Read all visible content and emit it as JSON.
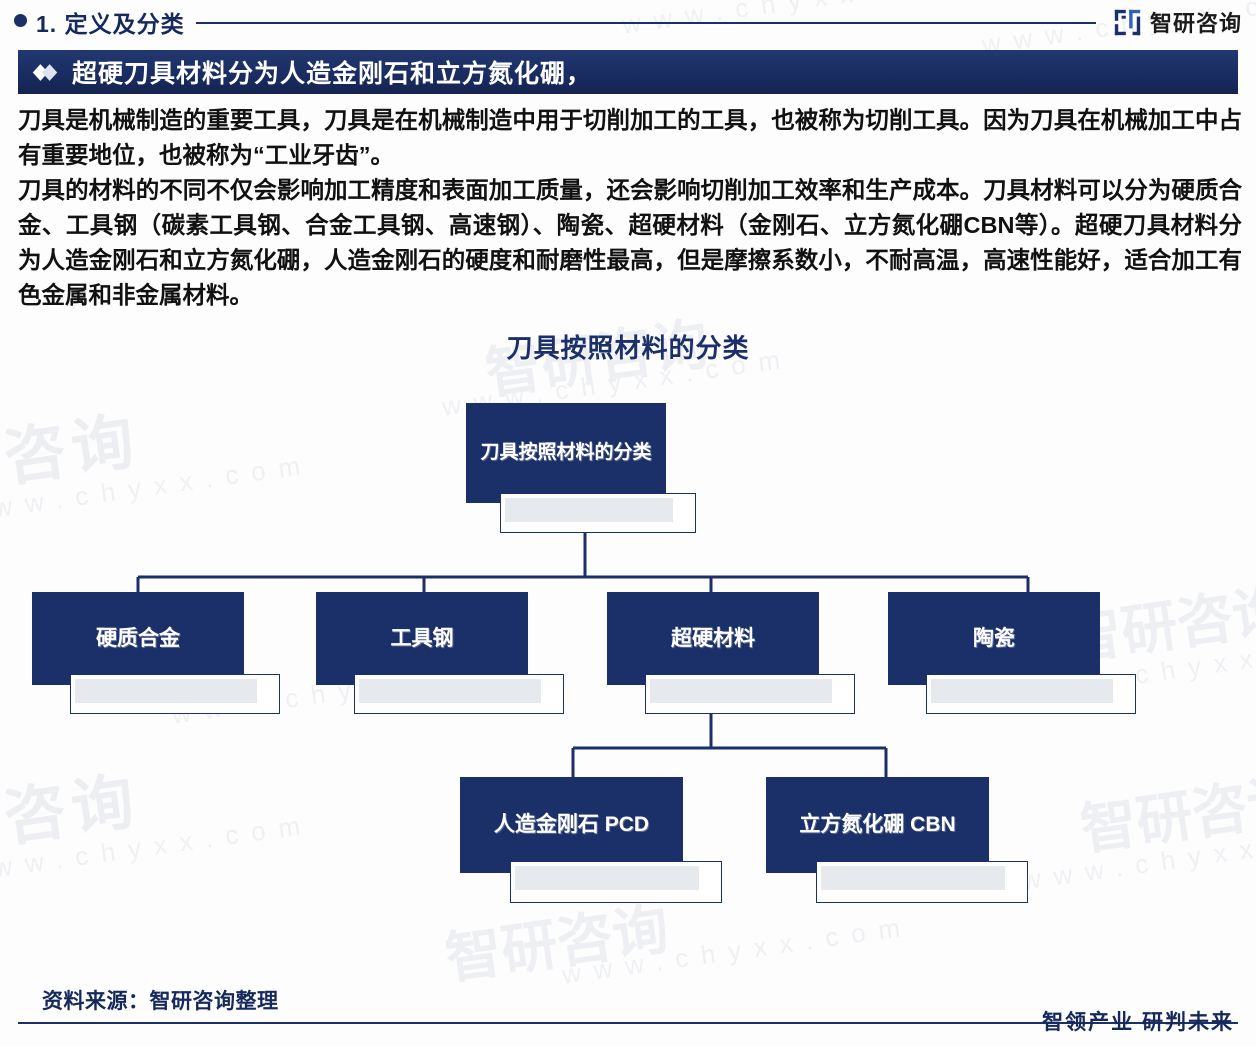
{
  "header": {
    "section_number_title": "1. 定义及分类",
    "brand": "智研咨询",
    "brand_icon": "zhiyan-logo-icon",
    "bullet_icon": "bullet-dot-icon"
  },
  "banner": {
    "icon": "diamond-icon",
    "title": "超硬刀具材料分为人造金刚石和立方氮化硼，"
  },
  "body": {
    "paragraph1": "刀具是机械制造的重要工具，刀具是在机械制造中用于切削加工的工具，也被称为切削工具。因为刀具在机械加工中占有重要地位，也被称为“工业牙齿”。",
    "paragraph2": "刀具的材料的不同不仅会影响加工精度和表面加工质量，还会影响切削加工效率和生产成本。刀具材料可以分为硬质合金、工具钢（碳素工具钢、合金工具钢、高速钢）、陶瓷、超硬材料（金刚石、立方氮化硼CBN等）。超硬刀具材料分为人造金刚石和立方氮化硼，人造金刚石的硬度和耐磨性最高，但是摩擦系数小，不耐高温，高速性能好，适合加工有色金属和非金属材料。"
  },
  "chart_data": {
    "type": "diagram",
    "title": "刀具按照材料的分类",
    "root": "刀具按照材料的分类",
    "levels": [
      {
        "level": 1,
        "nodes": [
          "刀具按照材料的分类"
        ]
      },
      {
        "level": 2,
        "nodes": [
          "硬质合金",
          "工具钢",
          "超硬材料",
          "陶瓷"
        ]
      },
      {
        "level": 3,
        "nodes": [
          "人造金刚石 PCD",
          "立方氮化硼 CBN"
        ]
      }
    ],
    "edges": [
      {
        "from": "刀具按照材料的分类",
        "to": "硬质合金"
      },
      {
        "from": "刀具按照材料的分类",
        "to": "工具钢"
      },
      {
        "from": "刀具按照材料的分类",
        "to": "超硬材料"
      },
      {
        "from": "刀具按照材料的分类",
        "to": "陶瓷"
      },
      {
        "from": "超硬材料",
        "to": "人造金刚石 PCD"
      },
      {
        "from": "超硬材料",
        "to": "立方氮化硼 CBN"
      }
    ],
    "colors": {
      "node_fill": "#1b3068",
      "node_text": "#ffffff",
      "connector": "#1b3068",
      "title": "#1b3068"
    }
  },
  "footer": {
    "source": "资料来源：智研咨询整理",
    "slogan": "智领产业 研判未来"
  },
  "watermarks": {
    "brand": "智研咨询",
    "url": "www.chyxx.com",
    "brand_short": "研咨询"
  }
}
